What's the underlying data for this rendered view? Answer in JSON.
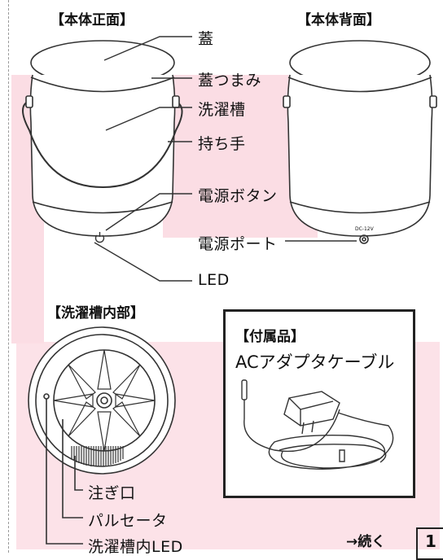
{
  "headings": {
    "front": "【本体正面】",
    "back": "【本体背面】",
    "inside": "【洗濯槽内部】",
    "accessories": "【付属品】"
  },
  "front_labels": {
    "lid": "蓋",
    "lid_knob": "蓋つまみ",
    "wash_tub": "洗濯槽",
    "handle": "持ち手",
    "power_button": "電源ボタン",
    "led": "LED"
  },
  "back_labels": {
    "power_port": "電源ポート",
    "port_marking": "DC-12V"
  },
  "inside_labels": {
    "spout": "注ぎ口",
    "pulsator": "パルセータ",
    "tub_led": "洗濯槽内LED"
  },
  "accessories": {
    "item": "ACアダプタケーブル"
  },
  "footer": {
    "continue": "→続く",
    "page": "1"
  },
  "colors": {
    "watermark": "#fbdde4",
    "line": "#333333",
    "frame": "#222222"
  }
}
